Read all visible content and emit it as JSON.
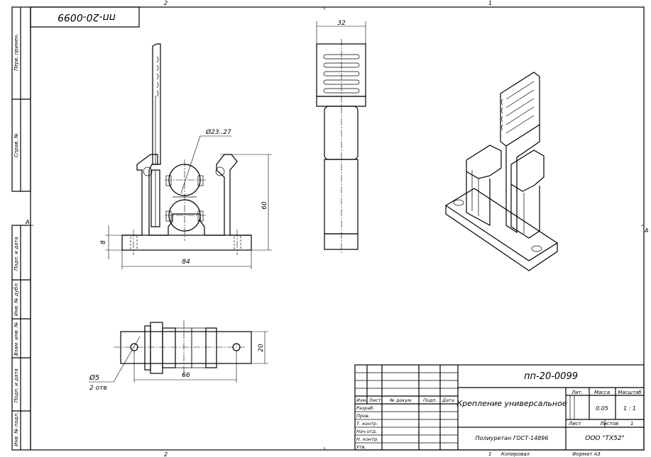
{
  "sheet": {
    "stamp_top": "пп-20-0099",
    "zone_top_left": "2",
    "zone_top_right": "1",
    "zone_bottom_left": "2",
    "zone_left": "А",
    "zone_right": "А"
  },
  "side_strip": {
    "perv_primen": "Перв. примен.",
    "sprav_no": "Справ. №",
    "podp_data_1": "Подп. и дата",
    "inv_dubl": "Инв. № дубл.",
    "vzam_inv": "Взам. инв. №",
    "podp_data_2": "Подп. и дата",
    "inv_podl": "Инв. № подл."
  },
  "dimensions": {
    "diameter": "Ø23..27",
    "height": "60",
    "base_thickness": "8",
    "base_width": "84",
    "top_width": "32",
    "plan_depth": "20",
    "plan_hole_spacing": "66",
    "hole_diameter": "Ø5",
    "hole_count": "2 отв"
  },
  "title_block": {
    "designation": "пп-20-0099",
    "name": "Крепление универсальное",
    "lit_label": "Лит.",
    "mass_label": "Масса",
    "scale_label": "Масштаб",
    "mass": "0.05",
    "scale": "1 : 1",
    "sheet_label": "Лист",
    "sheets_label": "Листов",
    "sheets": "1",
    "material": "Полиуретан ГОСТ-14896",
    "company": "ООО \"ТХ52\"",
    "col_izm": "Изм.",
    "col_list": "Лист",
    "col_doc": "№ докум.",
    "col_podp": "Подп.",
    "col_data": "Дата",
    "row_razrab": "Разраб.",
    "row_prov": "Пров.",
    "row_tkontr": "Т. контр.",
    "row_nach": "Нач.отд.",
    "row_nkontr": "Н. контр.",
    "row_utv": "Утв.",
    "copied": "Копировал",
    "format": "Формат А3",
    "bottom_sheet_no": "1"
  }
}
